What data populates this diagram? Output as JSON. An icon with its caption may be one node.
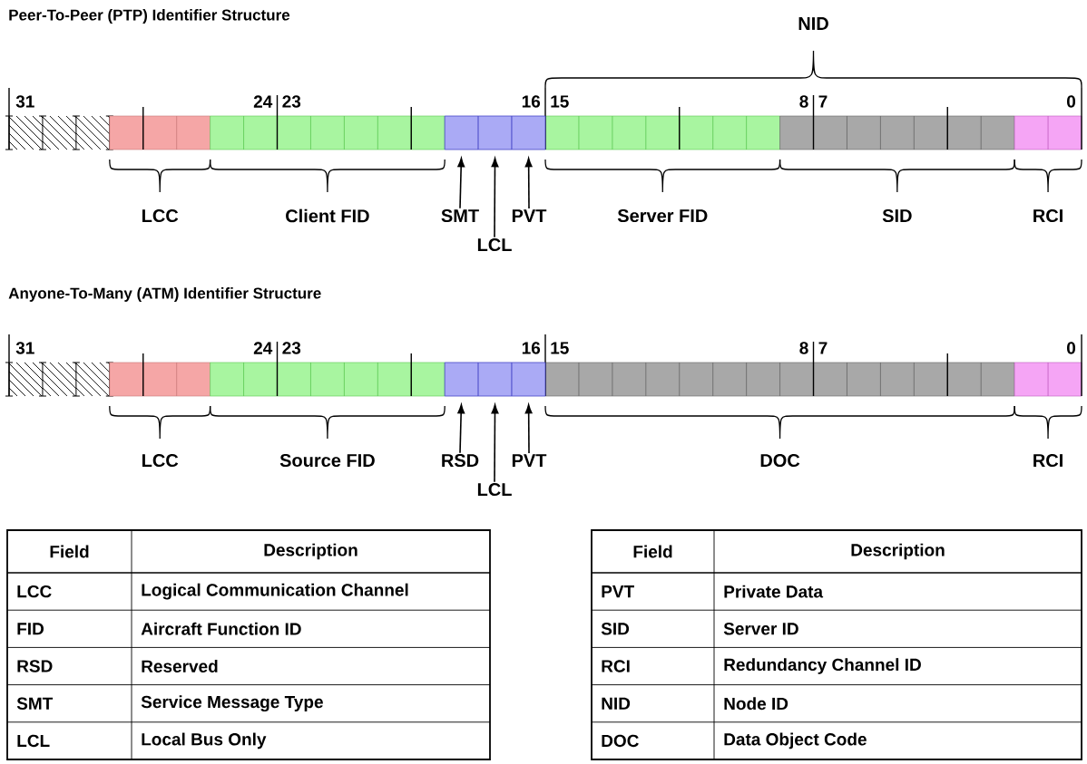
{
  "diagram": {
    "nodes": [
      {
        "text": [
          "SMT"
        ]
      },
      {
        "text": [
          "LCL"
        ]
      },
      {
        "text": [
          "PVT"
        ]
      },
      {
        "text": [],
        "shape": "box"
      },
      {
        "text": [],
        "shape": "box"
      },
      {
        "text": [],
        "shape": "box"
      },
      {
        "text": [
          "RSD"
        ]
      },
      {
        "text": [
          "LCL"
        ]
      },
      {
        "text": [
          "PVT"
        ]
      },
      {
        "text": [],
        "shape": "box"
      },
      {
        "text": [],
        "shape": "box"
      },
      {
        "text": [],
        "shape": "box"
      }
    ],
    "edges": [
      {
        "from": 0,
        "to": 3,
        "arrow": "to"
      },
      {
        "from": 1,
        "to": 4,
        "arrow": "to"
      },
      {
        "from": 2,
        "to": 5,
        "arrow": "to"
      },
      {
        "from": 6,
        "to": 9,
        "arrow": "to"
      },
      {
        "from": 7,
        "to": 10,
        "arrow": "to"
      },
      {
        "from": 8,
        "to": 11,
        "arrow": "to"
      }
    ],
    "labels": [
      "Peer-To-Peer (PTP) Identifier Structure",
      "NID",
      "31",
      "24",
      "23",
      "16",
      "15",
      "8",
      "7",
      "0",
      "LCC",
      "Client FID",
      "Server FID",
      "SID",
      "RCI",
      "Anyone-To-Many (ATM) Identifier Structure",
      "31",
      "24",
      "23",
      "16",
      "15",
      "8",
      "7",
      "0",
      "LCC",
      "Source FID",
      "DOC",
      "RCI",
      "Field",
      "Description",
      "LCC",
      "Logical Communication Channel",
      "FID",
      "Aircraft Function ID",
      "RSD",
      "Reserved",
      "SMT",
      "Service Message Type",
      "LCL",
      "Local Bus Only",
      "Field",
      "Description",
      "PVT",
      "Private Data",
      "SID",
      "Server ID",
      "RCI",
      "Redundancy Channel ID",
      "NID",
      "Node ID",
      "DOC",
      "Data Object Code"
    ]
  }
}
